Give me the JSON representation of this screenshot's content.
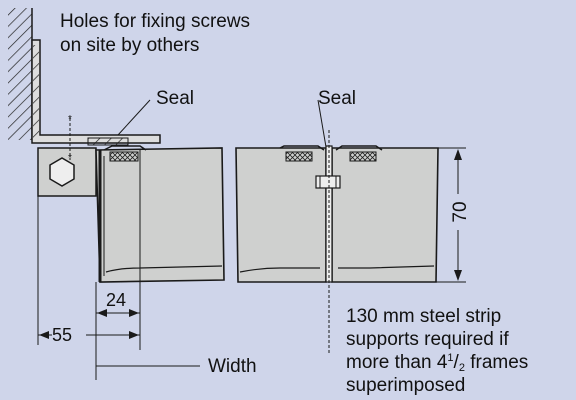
{
  "colors": {
    "background": "#cfd5ea",
    "panel_fill": "#cfd0cf",
    "stroke": "#1a1a1a"
  },
  "labels": {
    "holes_line1": "Holes for fixing screws",
    "holes_line2": "on site by others",
    "seal_left": "Seal",
    "seal_right": "Seal",
    "dim_70": "70",
    "dim_24": "24",
    "dim_55": "55",
    "width": "Width",
    "strip_line1": "130 mm steel strip",
    "strip_line2": "supports required if",
    "strip_line3_prefix": "more than 4",
    "strip_line3_sup": "1",
    "strip_line3_slash": "/",
    "strip_line3_sub": "2",
    "strip_line3_suffix": " frames",
    "strip_line4": "superimposed"
  }
}
